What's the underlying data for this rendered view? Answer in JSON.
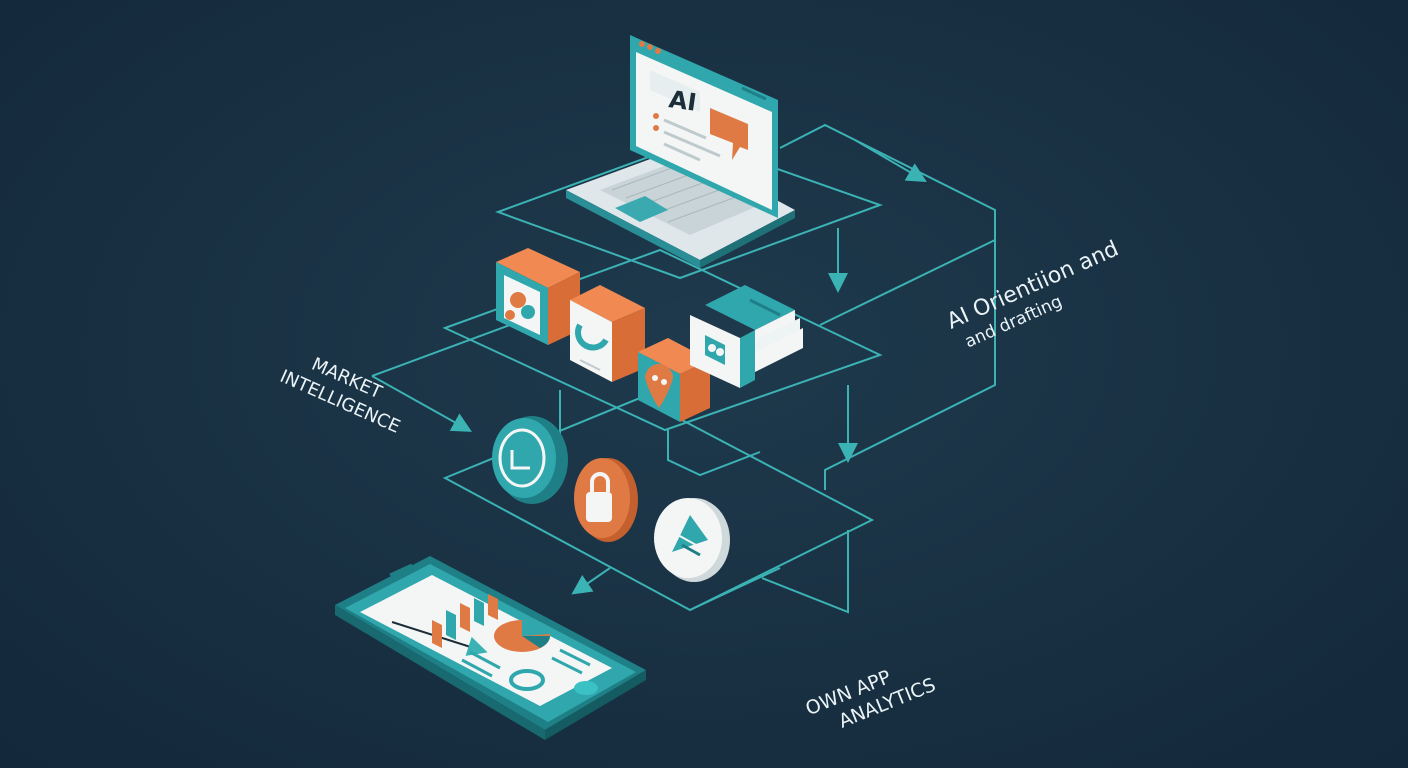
{
  "laptop": {
    "screen_text": "AI"
  },
  "labels": {
    "ai_orientation_line1": "AI Orientiion and",
    "ai_orientation_line2": "and drafting",
    "market_line1": "MARKET",
    "market_line2": "INTELLIGENCE",
    "own_app_line1": "OWN APP",
    "own_app_line2": "ANALYTICS"
  },
  "colors": {
    "background": "#183042",
    "teal": "#2fa7ad",
    "teal_dark": "#1f7f86",
    "orange": "#e07a45",
    "light": "#eef3f4",
    "line": "#3bb2b4"
  },
  "icons": [
    "puzzle-cube-icon",
    "document-cube-icon",
    "location-pin-cube-icon",
    "stacked-papers-icon",
    "chart-circle-icon",
    "lock-circle-icon",
    "bird-circle-icon",
    "bar-chart-icon",
    "pie-chart-icon"
  ]
}
